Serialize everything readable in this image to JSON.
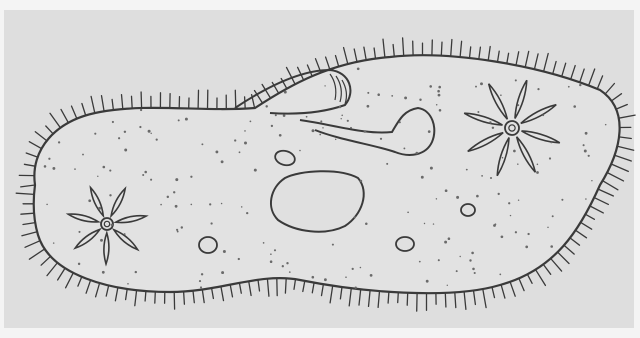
{
  "diagram": {
    "labels": [],
    "colors": {
      "background": "#f3f3f3",
      "paper": "#dcdcdc",
      "ink": "#3a3a3a"
    },
    "parts": [
      {
        "id": "cell-body"
      },
      {
        "id": "cilia"
      },
      {
        "id": "oral-groove"
      },
      {
        "id": "gullet"
      },
      {
        "id": "macronucleus"
      },
      {
        "id": "micronucleus"
      },
      {
        "id": "contractile-vacuole-left"
      },
      {
        "id": "contractile-vacuole-right"
      },
      {
        "id": "food-vacuoles"
      },
      {
        "id": "cytoplasm-granules"
      }
    ]
  }
}
